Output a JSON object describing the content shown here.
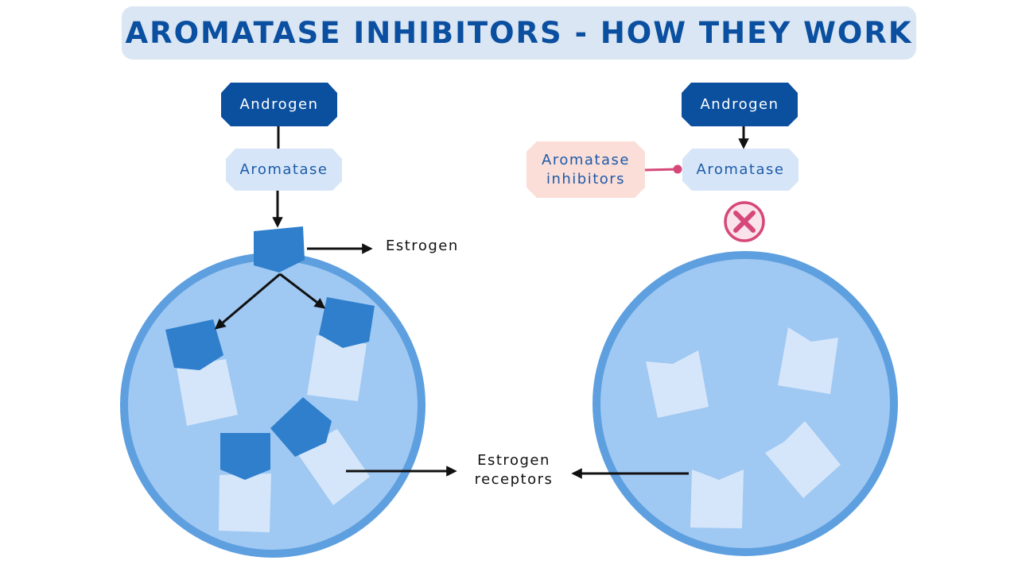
{
  "title": "AROMATASE INHIBITORS - HOW THEY WORK",
  "left_panel": {
    "androgen_label": "Androgen",
    "aromatase_label": "Aromatase",
    "estrogen_label": "Estrogen"
  },
  "right_panel": {
    "androgen_label": "Androgen",
    "aromatase_label": "Aromatase",
    "inhibitor_label_line1": "Aromatase",
    "inhibitor_label_line2": "inhibitors",
    "blocked_icon": "x-circle-icon"
  },
  "receptors_label_line1": "Estrogen",
  "receptors_label_line2": "receptors",
  "colors": {
    "title_text": "#0a4fa0",
    "title_bg": "#dae6f3",
    "androgen_node": "#0b4f9f",
    "aromatase_node": "#d6e6f8",
    "inhibitor_node": "#fbded7",
    "estrogen_shape": "#2f7fcc",
    "cell_fill": "#9fc8f2",
    "cell_border": "#5e9fdf",
    "receptor": "#d6e6fa",
    "inhibitor_link": "#d64879",
    "block_icon": "#d64879"
  }
}
